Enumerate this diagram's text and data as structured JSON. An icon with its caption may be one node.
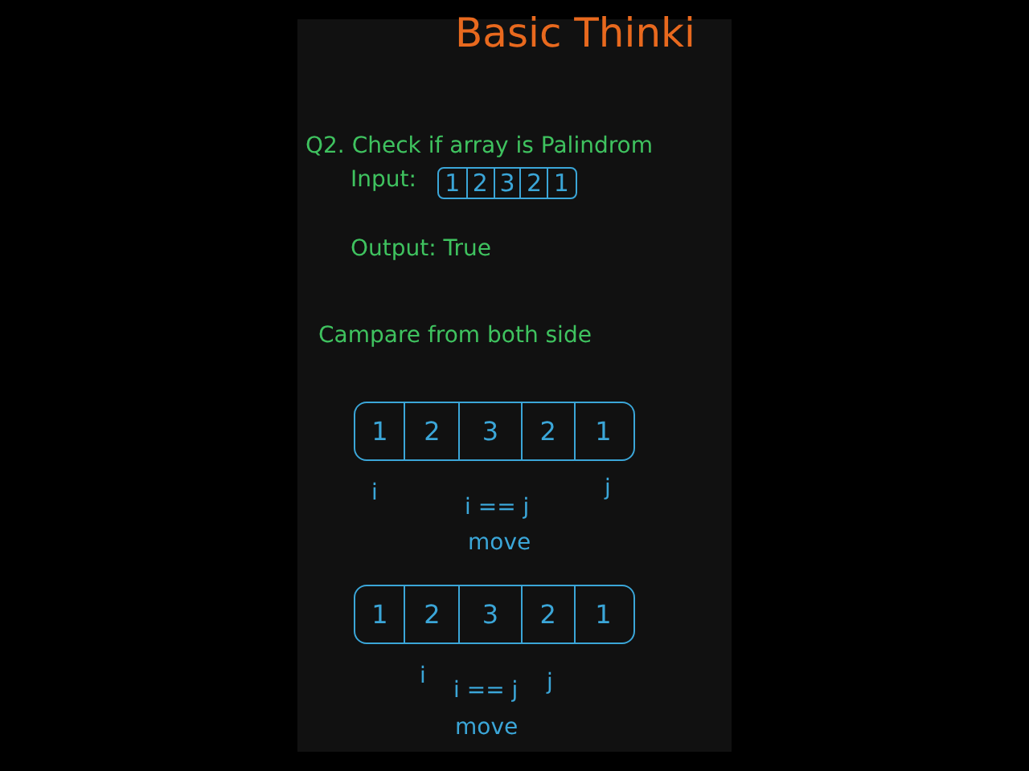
{
  "diagram": {
    "title": "Basic Thinki",
    "labels": [
      "Q2. Check if array is Palindrom",
      "Input:",
      "1",
      "2",
      "3",
      "2",
      "1",
      "Output: True",
      "Campare from both side",
      "1",
      "2",
      "3",
      "2",
      "1",
      "i",
      "j",
      "i == j",
      "move",
      "1",
      "2",
      "3",
      "2",
      "1",
      "i",
      "i == j",
      "j",
      "move"
    ]
  }
}
